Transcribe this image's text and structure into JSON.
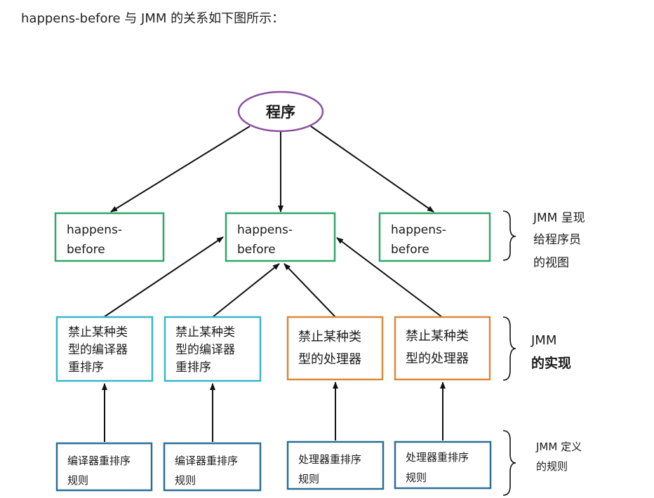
{
  "intro_text": "happens-before 与 JMM 的关系如下图所示：",
  "diagram": {
    "root": {
      "label": "程序"
    },
    "hb_boxes": [
      {
        "lines": [
          "happens-",
          "before"
        ]
      },
      {
        "lines": [
          "happens-",
          "before"
        ]
      },
      {
        "lines": [
          "happens-",
          "before"
        ]
      }
    ],
    "impl_boxes": [
      {
        "lines": [
          "禁止某种类",
          "型的编译器",
          "重排序"
        ],
        "kind": "compiler"
      },
      {
        "lines": [
          "禁止某种类",
          "型的编译器",
          "重排序"
        ],
        "kind": "compiler"
      },
      {
        "lines": [
          "禁止某种类",
          "型的处理器"
        ],
        "kind": "processor"
      },
      {
        "lines": [
          "禁止某种类",
          "型的处理器"
        ],
        "kind": "processor"
      }
    ],
    "rule_boxes": [
      {
        "lines": [
          "编译器重排序",
          "规则"
        ]
      },
      {
        "lines": [
          "编译器重排序",
          "规则"
        ]
      },
      {
        "lines": [
          "处理器重排序",
          "规则"
        ]
      },
      {
        "lines": [
          "处理器重排序",
          "规则"
        ]
      }
    ],
    "side_labels": [
      {
        "lines": [
          "JMM 呈现",
          "给程序员",
          "的视图"
        ]
      },
      {
        "lines": [
          "JMM",
          "的实现"
        ]
      },
      {
        "lines": [
          "JMM 定义",
          "的规则"
        ]
      }
    ],
    "colors": {
      "root_border": "#8a4fa0",
      "hb_border": "#2ea86a",
      "compiler_border": "#3ab4cc",
      "processor_border": "#d9893a",
      "rule_border": "#2a6f98",
      "arrow": "#111111"
    }
  }
}
